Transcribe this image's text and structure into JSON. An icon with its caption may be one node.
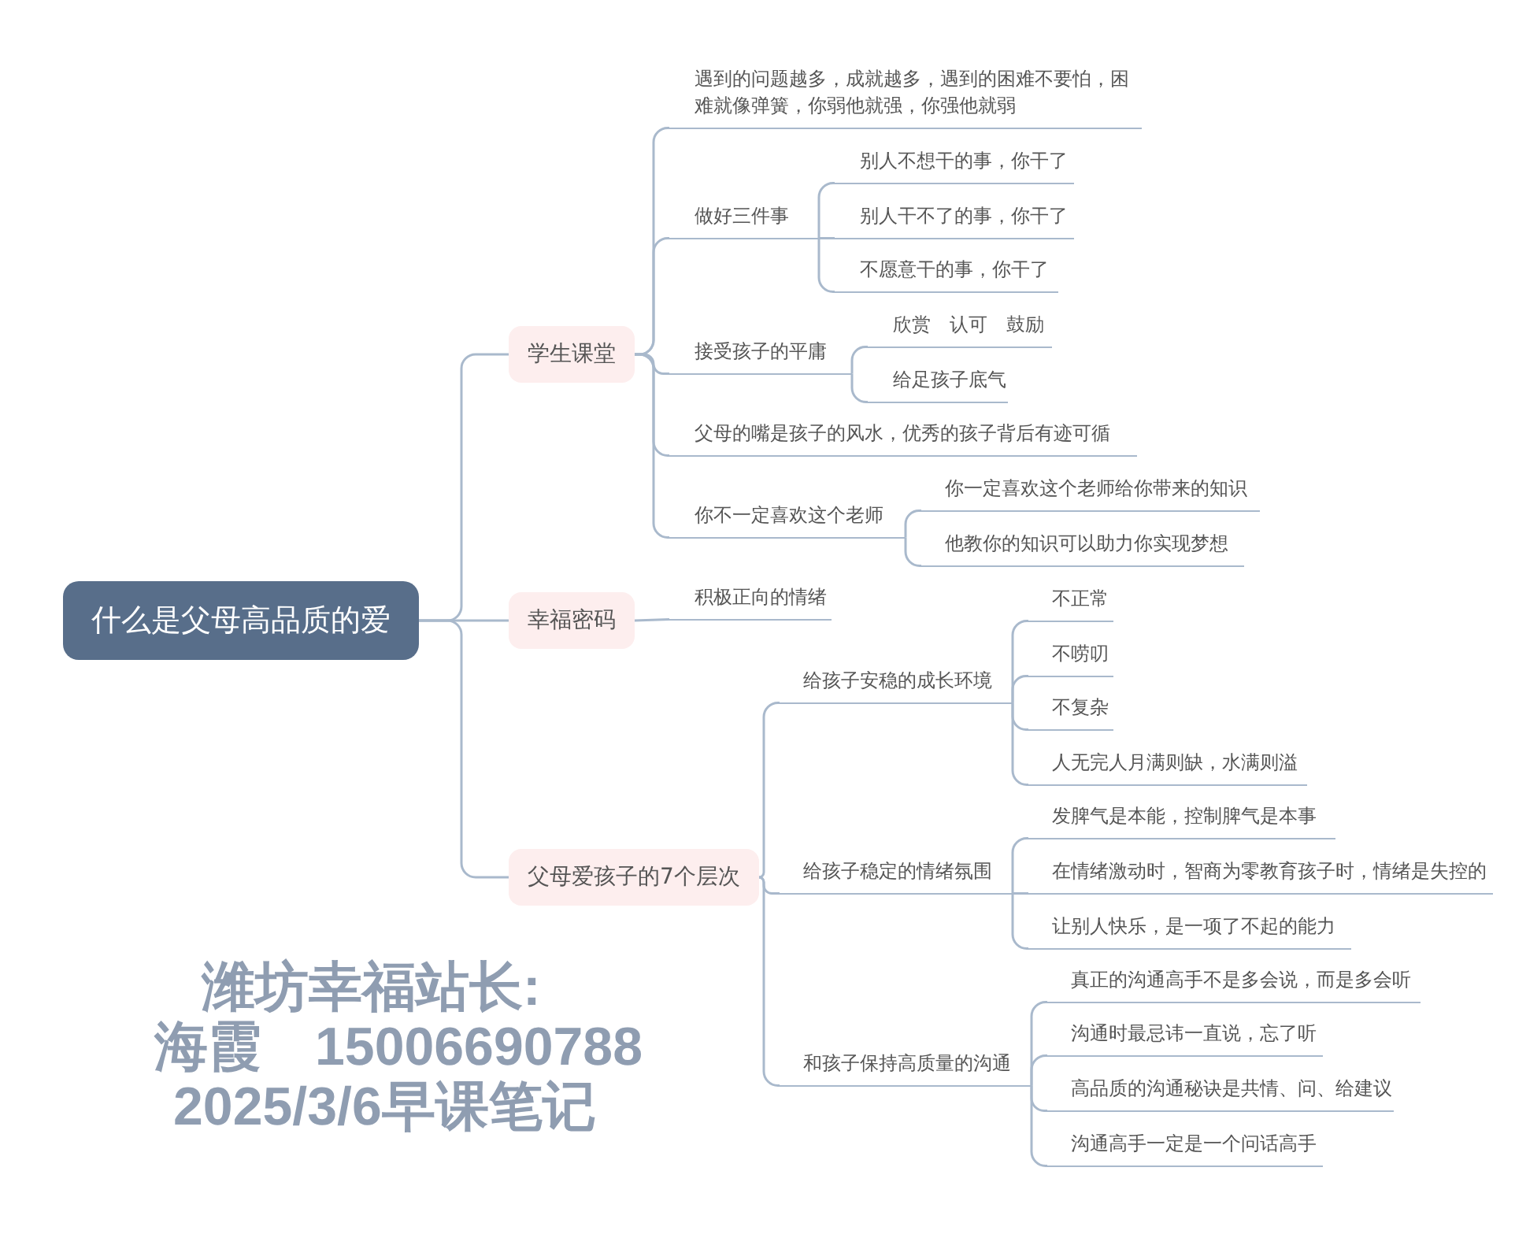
{
  "diagram": {
    "nodes": [
      {
        "text": [
          "什么是父母高品质的爱"
        ]
      },
      {
        "text": [
          "学生课堂"
        ]
      },
      {
        "text": [
          "遇到的问题越多，成就越多，遇到的困难不要怕，困难就像弹簧，你弱他就强，你强他就弱"
        ]
      },
      {
        "text": [
          "做好三件事"
        ]
      },
      {
        "text": [
          "别人不想干的事，你干了"
        ]
      },
      {
        "text": [
          "别人干不了的事，你干了"
        ]
      },
      {
        "text": [
          "不愿意干的事，你干了"
        ]
      },
      {
        "text": [
          "接受孩子的平庸"
        ]
      },
      {
        "text": [
          "欣赏　认可　鼓励"
        ]
      },
      {
        "text": [
          "给足孩子底气"
        ]
      },
      {
        "text": [
          "父母的嘴是孩子的风水，优秀的孩子背后有迹可循"
        ]
      },
      {
        "text": [
          "你不一定喜欢这个老师"
        ]
      },
      {
        "text": [
          "你一定喜欢这个老师给你带来的知识"
        ]
      },
      {
        "text": [
          "他教你的知识可以助力你实现梦想"
        ]
      },
      {
        "text": [
          "幸福密码"
        ]
      },
      {
        "text": [
          "积极正向的情绪"
        ]
      },
      {
        "text": [
          "父母爱孩子的7个层次"
        ]
      },
      {
        "text": [
          "给孩子安稳的成长环境"
        ]
      },
      {
        "text": [
          "不正常"
        ]
      },
      {
        "text": [
          "不唠叨"
        ]
      },
      {
        "text": [
          "不复杂"
        ]
      },
      {
        "text": [
          "人无完人月满则缺，水满则溢"
        ]
      },
      {
        "text": [
          "给孩子稳定的情绪氛围"
        ]
      },
      {
        "text": [
          "发脾气是本能，控制脾气是本事"
        ]
      },
      {
        "text": [
          "在情绪激动时，智商为零教育孩子时，情绪是失控的"
        ]
      },
      {
        "text": [
          "让别人快乐，是一项了不起的能力"
        ]
      },
      {
        "text": [
          "和孩子保持高质量的沟通"
        ]
      },
      {
        "text": [
          "真正的沟通高手不是多会说，而是多会听"
        ]
      },
      {
        "text": [
          "沟通时最忌讳一直说，忘了听"
        ]
      },
      {
        "text": [
          "高品质的沟通秘诀是共情、问、给建议"
        ]
      },
      {
        "text": [
          "沟通高手一定是一个问话高手"
        ]
      }
    ],
    "edges": [
      {
        "from": 0,
        "to": 1,
        "arrow": "none"
      },
      {
        "from": 0,
        "to": 14,
        "arrow": "none"
      },
      {
        "from": 0,
        "to": 16,
        "arrow": "none"
      },
      {
        "from": 1,
        "to": 2,
        "arrow": "none"
      },
      {
        "from": 1,
        "to": 3,
        "arrow": "none"
      },
      {
        "from": 1,
        "to": 7,
        "arrow": "none"
      },
      {
        "from": 1,
        "to": 10,
        "arrow": "none"
      },
      {
        "from": 1,
        "to": 11,
        "arrow": "none"
      },
      {
        "from": 3,
        "to": 4,
        "arrow": "none"
      },
      {
        "from": 3,
        "to": 5,
        "arrow": "none"
      },
      {
        "from": 3,
        "to": 6,
        "arrow": "none"
      },
      {
        "from": 7,
        "to": 8,
        "arrow": "none"
      },
      {
        "from": 7,
        "to": 9,
        "arrow": "none"
      },
      {
        "from": 11,
        "to": 12,
        "arrow": "none"
      },
      {
        "from": 11,
        "to": 13,
        "arrow": "none"
      },
      {
        "from": 14,
        "to": 15,
        "arrow": "none"
      },
      {
        "from": 16,
        "to": 17,
        "arrow": "none"
      },
      {
        "from": 16,
        "to": 22,
        "arrow": "none"
      },
      {
        "from": 16,
        "to": 26,
        "arrow": "none"
      },
      {
        "from": 17,
        "to": 18,
        "arrow": "none"
      },
      {
        "from": 17,
        "to": 19,
        "arrow": "none"
      },
      {
        "from": 17,
        "to": 20,
        "arrow": "none"
      },
      {
        "from": 17,
        "to": 21,
        "arrow": "none"
      },
      {
        "from": 22,
        "to": 23,
        "arrow": "none"
      },
      {
        "from": 22,
        "to": 24,
        "arrow": "none"
      },
      {
        "from": 22,
        "to": 25,
        "arrow": "none"
      },
      {
        "from": 26,
        "to": 27,
        "arrow": "none"
      },
      {
        "from": 26,
        "to": 28,
        "arrow": "none"
      },
      {
        "from": 26,
        "to": 29,
        "arrow": "none"
      },
      {
        "from": 26,
        "to": 30,
        "arrow": "none"
      }
    ],
    "labels": [
      "潍坊幸福站长:",
      "海霞　15006690788",
      "2025/3/6早课笔记"
    ]
  }
}
